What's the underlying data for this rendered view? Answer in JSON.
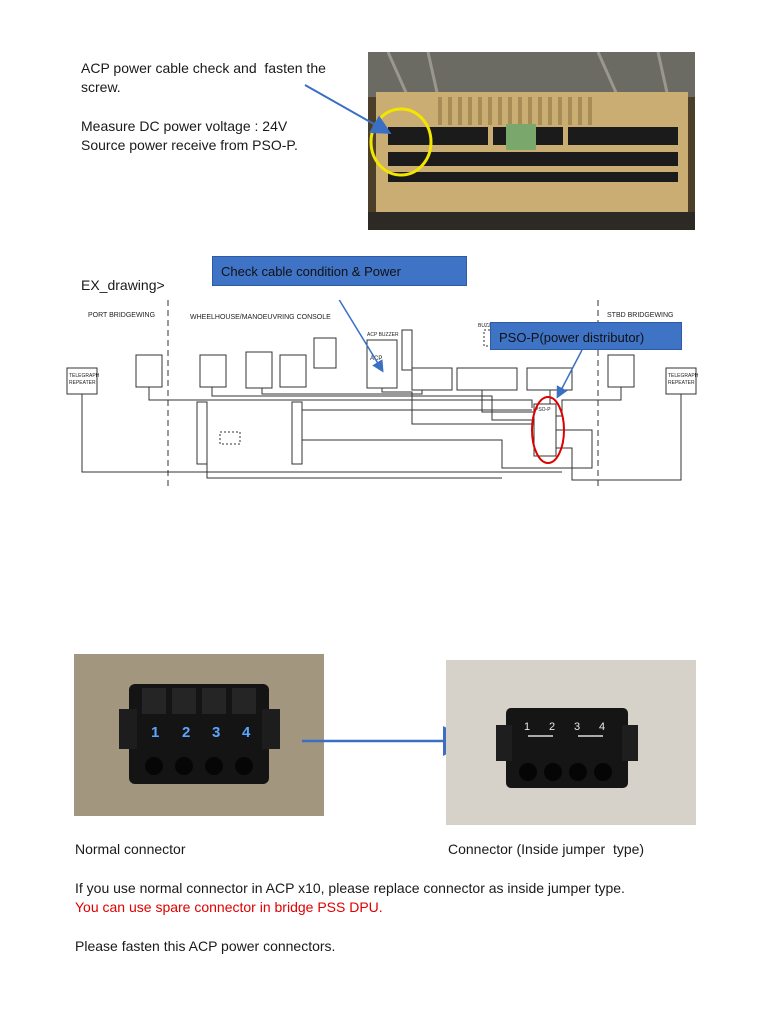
{
  "top_text": {
    "line1": "ACP power cable check and  fasten the",
    "line2": "screw.",
    "line3": "Measure DC power voltage : 24V",
    "line4": "Source power receive from PSO-P."
  },
  "drawing": {
    "label": "EX_drawing>",
    "callout_check": "Check cable condition & Power",
    "callout_pso": "PSO-P(power distributor)",
    "section_port": "PORT BRIDGEWING",
    "section_wheelhouse": "WHEELHOUSE/MANOEUVRING CONSOLE",
    "section_stbd": "STBD BRIDGEWING",
    "telegraph_left": "TELEGRAPH",
    "telegraph_left_2": "REPEATER",
    "telegraph_right": "TELEGRAPH",
    "telegraph_right_2": "REPEATER",
    "acp_label": "ACP",
    "acp_buzzer": "ACP BUZZER",
    "buzzer": "BUZZER",
    "pso_label": "PSO-P"
  },
  "connectors": {
    "left_numbers": [
      "1",
      "2",
      "3",
      "4"
    ],
    "right_numbers": [
      "1",
      "2",
      "3",
      "4"
    ],
    "caption_left": "Normal connector",
    "caption_right": "Connector (Inside jumper  type)"
  },
  "bottom_text": {
    "line1": "If you use normal connector in ACP x10, please replace connector as inside jumper type.",
    "line2_red": "You can use spare connector in bridge PSS DPU.",
    "line3": "Please fasten this ACP power connectors."
  },
  "colors": {
    "callout_fill": "#3f73c6",
    "highlight_yellow": "#f2e600",
    "highlight_red": "#e00000",
    "arrow_blue": "#3a6fc4"
  }
}
